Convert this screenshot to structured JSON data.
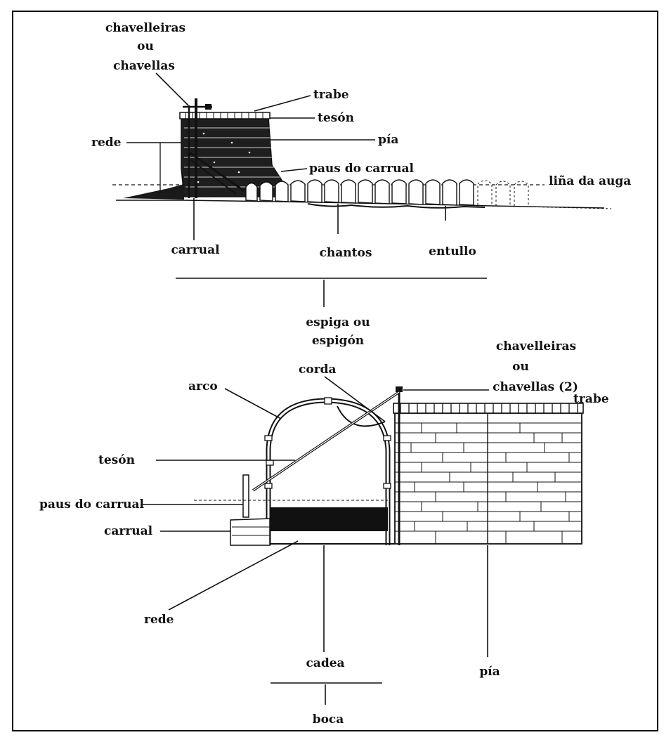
{
  "top": {
    "chavelleiras_line1": "chavelleiras",
    "chavelleiras_line2": "ou",
    "chavelleiras_line3": "chavellas",
    "trabe": "trabe",
    "teson": "tesón",
    "pia": "pía",
    "rede": "rede",
    "paus": "paus do carrual",
    "lina": "liña da auga",
    "carrual": "carrual",
    "chantos": "chantos",
    "entullo": "entullo"
  },
  "caption1": {
    "line1": "espiga ou",
    "line2": "espigón"
  },
  "bottom": {
    "chavelleiras_line1": "chavelleiras",
    "chavelleiras_line2": "ou",
    "chavelleiras_line3": "chavellas (2)",
    "trabe": "trabe",
    "corda": "corda",
    "arco": "arco",
    "teson": "tesón",
    "paus": "paus do carrual",
    "carrual": "carrual",
    "rede": "rede",
    "cadea": "cadea",
    "pia": "pía"
  },
  "caption2": {
    "line1": "boca"
  }
}
